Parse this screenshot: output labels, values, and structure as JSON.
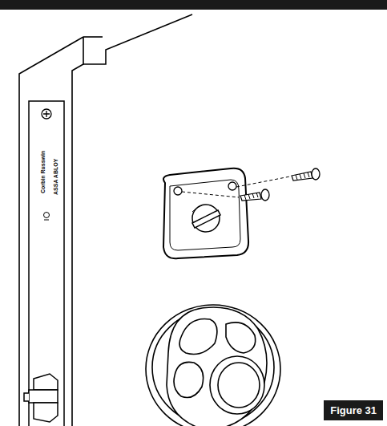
{
  "diagram": {
    "nodes": [
      {
        "text": [
          "Figure 31"
        ]
      }
    ],
    "labels": [
      "Corbin Russwin",
      "ASSA ABLOY"
    ]
  }
}
